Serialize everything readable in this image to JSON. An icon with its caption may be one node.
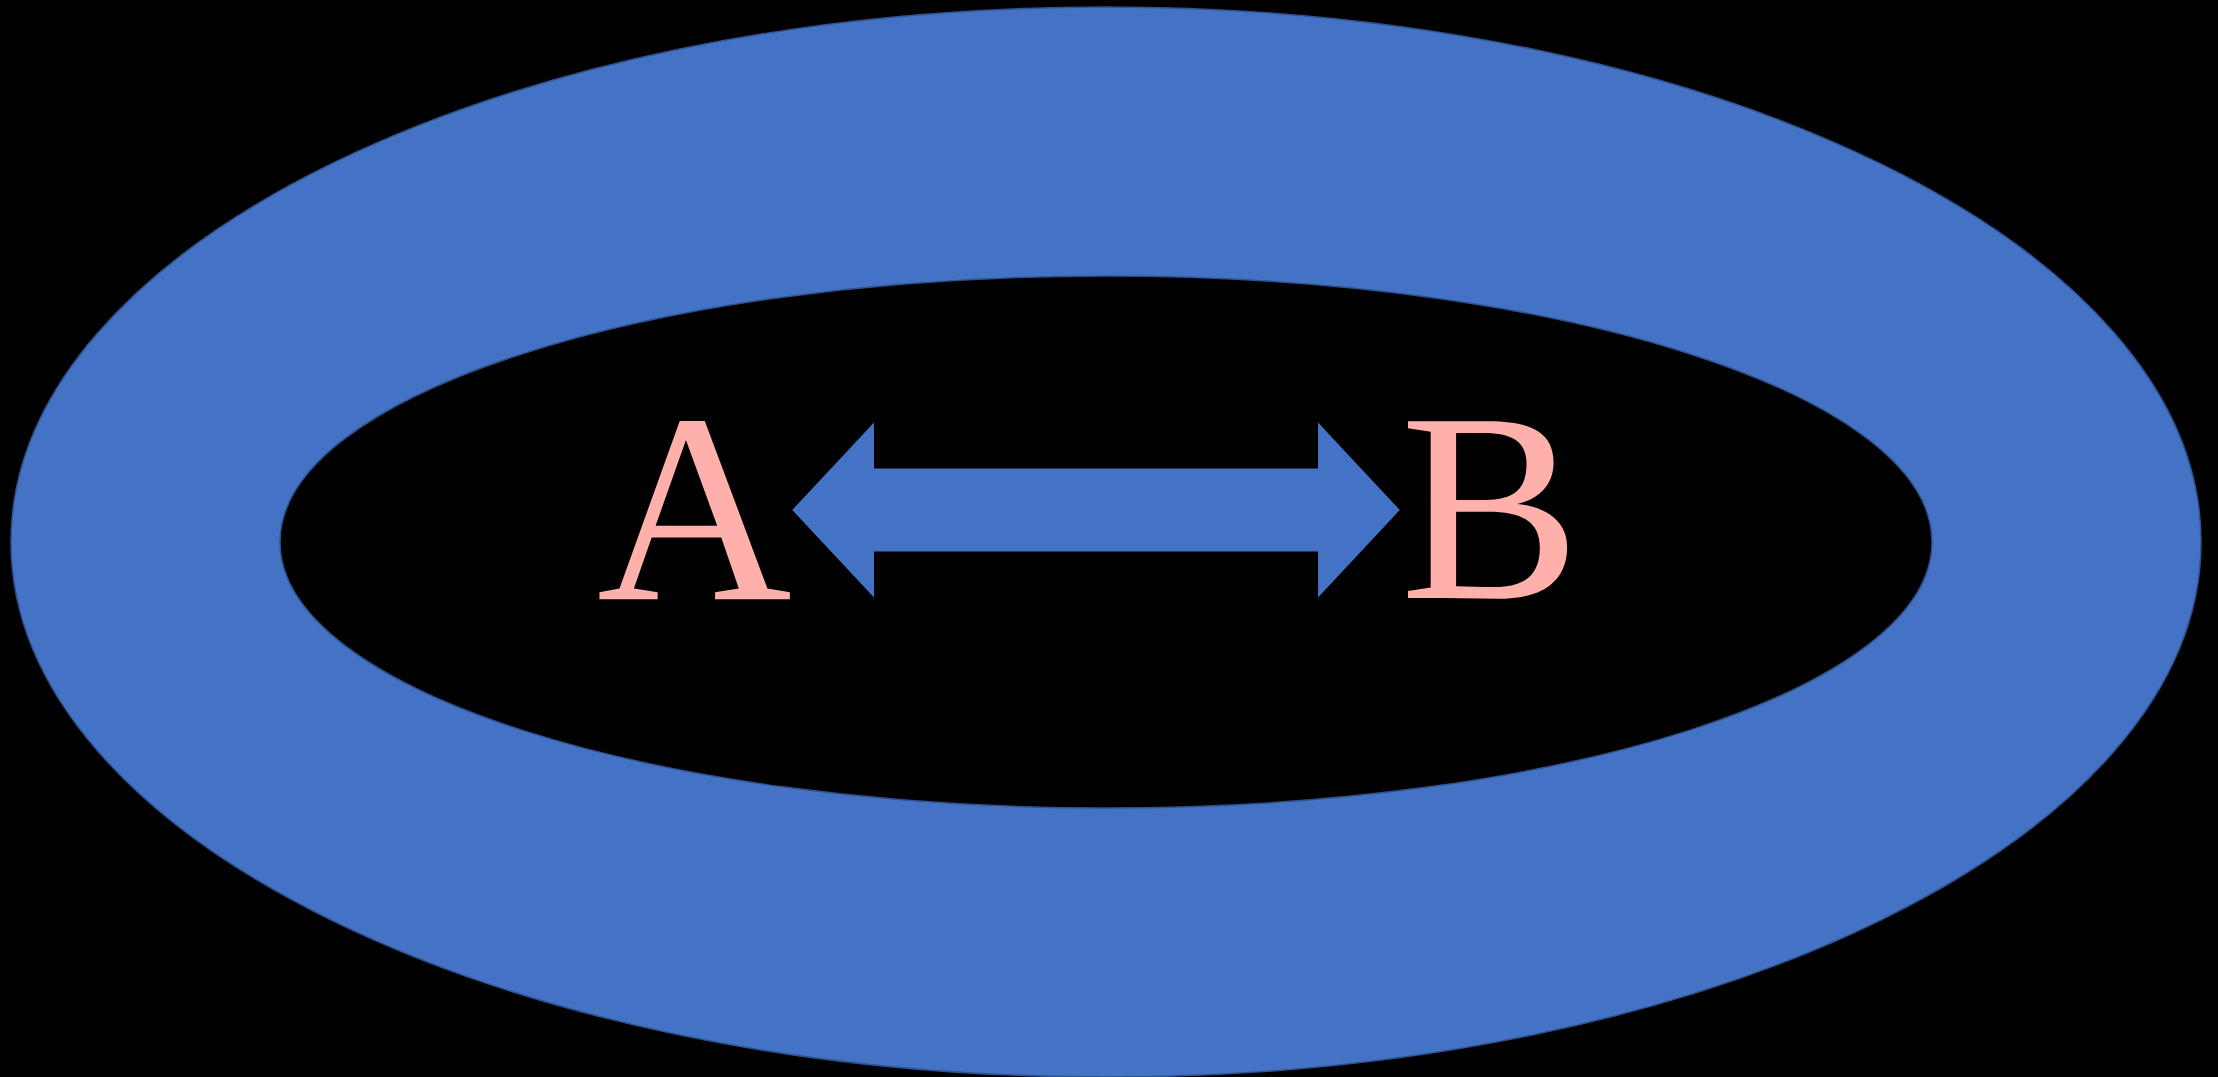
{
  "diagram": {
    "nodes": [
      {
        "text": [
          "A"
        ]
      },
      {
        "text": [
          "B"
        ]
      }
    ],
    "edges": [
      {
        "from": 0,
        "to": 1,
        "arrow": "both",
        "color": "#4472c4"
      }
    ]
  }
}
